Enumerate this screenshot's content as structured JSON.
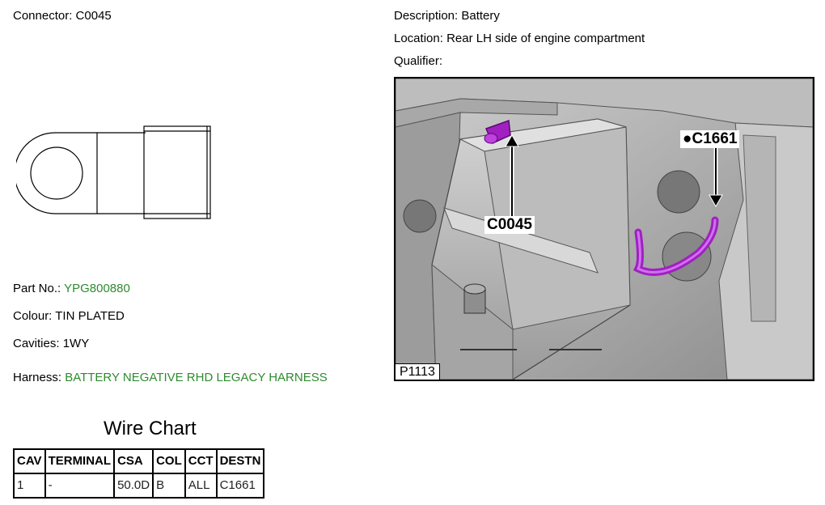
{
  "header": {
    "connector_label": "Connector:",
    "connector_value": "C0045",
    "description_label": "Description:",
    "description_value": "Battery",
    "location_label": "Location:",
    "location_value": "Rear LH side of engine compartment",
    "qualifier_label": "Qualifier:",
    "qualifier_value": ""
  },
  "details": {
    "part_no_label": "Part No.:",
    "part_no_value": "YPG800880",
    "colour_label": "Colour:",
    "colour_value": "TIN PLATED",
    "cavities_label": "Cavities:",
    "cavities_value": "1WY",
    "harness_label": "Harness:",
    "harness_value": "BATTERY NEGATIVE RHD LEGACY HARNESS"
  },
  "photo": {
    "callout_main": "C0045",
    "callout_other": "C1661",
    "bullet": "●",
    "picture_id": "P1113"
  },
  "wire_chart": {
    "title": "Wire Chart",
    "headers": [
      "CAV",
      "TERMINAL",
      "CSA",
      "COL",
      "CCT",
      "DESTN"
    ],
    "rows": [
      [
        "1",
        "-",
        "50.0D",
        "B",
        "ALL",
        "C1661"
      ]
    ]
  },
  "colors": {
    "link_green": "#2e8b2e",
    "harness_purple": "#a020c0"
  }
}
